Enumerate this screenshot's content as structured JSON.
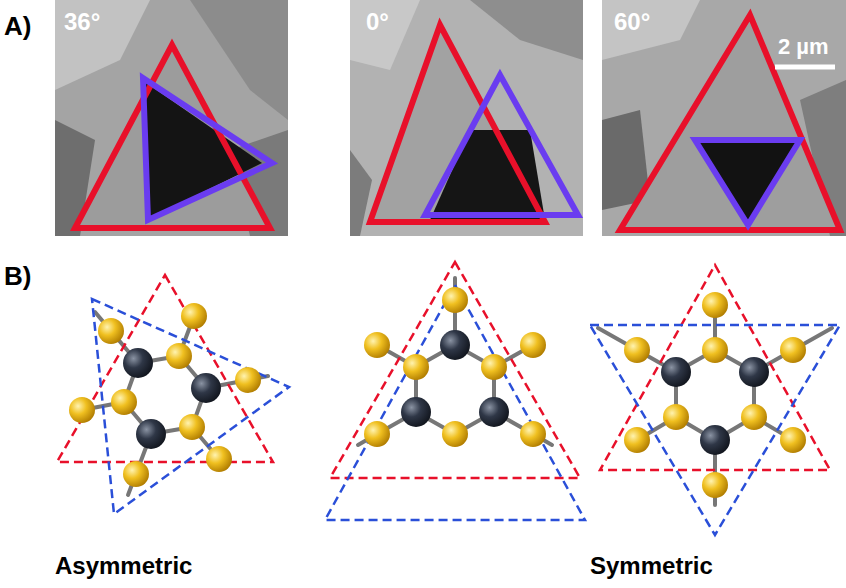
{
  "diagram": {
    "labels": [
      "A)",
      "36°",
      "0°",
      "60°",
      "2 µm",
      "B)",
      "Asymmetric",
      "Symmetric"
    ]
  }
}
